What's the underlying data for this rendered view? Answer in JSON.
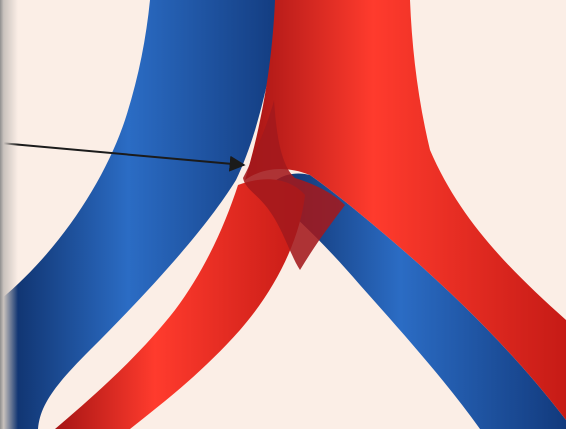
{
  "figure": {
    "background_color": "#fbeee6",
    "vessels": [
      {
        "name": "blue-vessel-left",
        "color": "#1f5fb4"
      },
      {
        "name": "blue-vessel-right",
        "color": "#1f5fb4"
      },
      {
        "name": "red-vessel-left",
        "color": "#ee3124"
      },
      {
        "name": "red-vessel-right",
        "color": "#ee3124"
      }
    ],
    "overlap_region": {
      "name": "vessel-crossing-overlap",
      "color": "#a3191c"
    },
    "arrow": {
      "name": "pointer-arrow",
      "color": "#1b1b1b"
    }
  }
}
